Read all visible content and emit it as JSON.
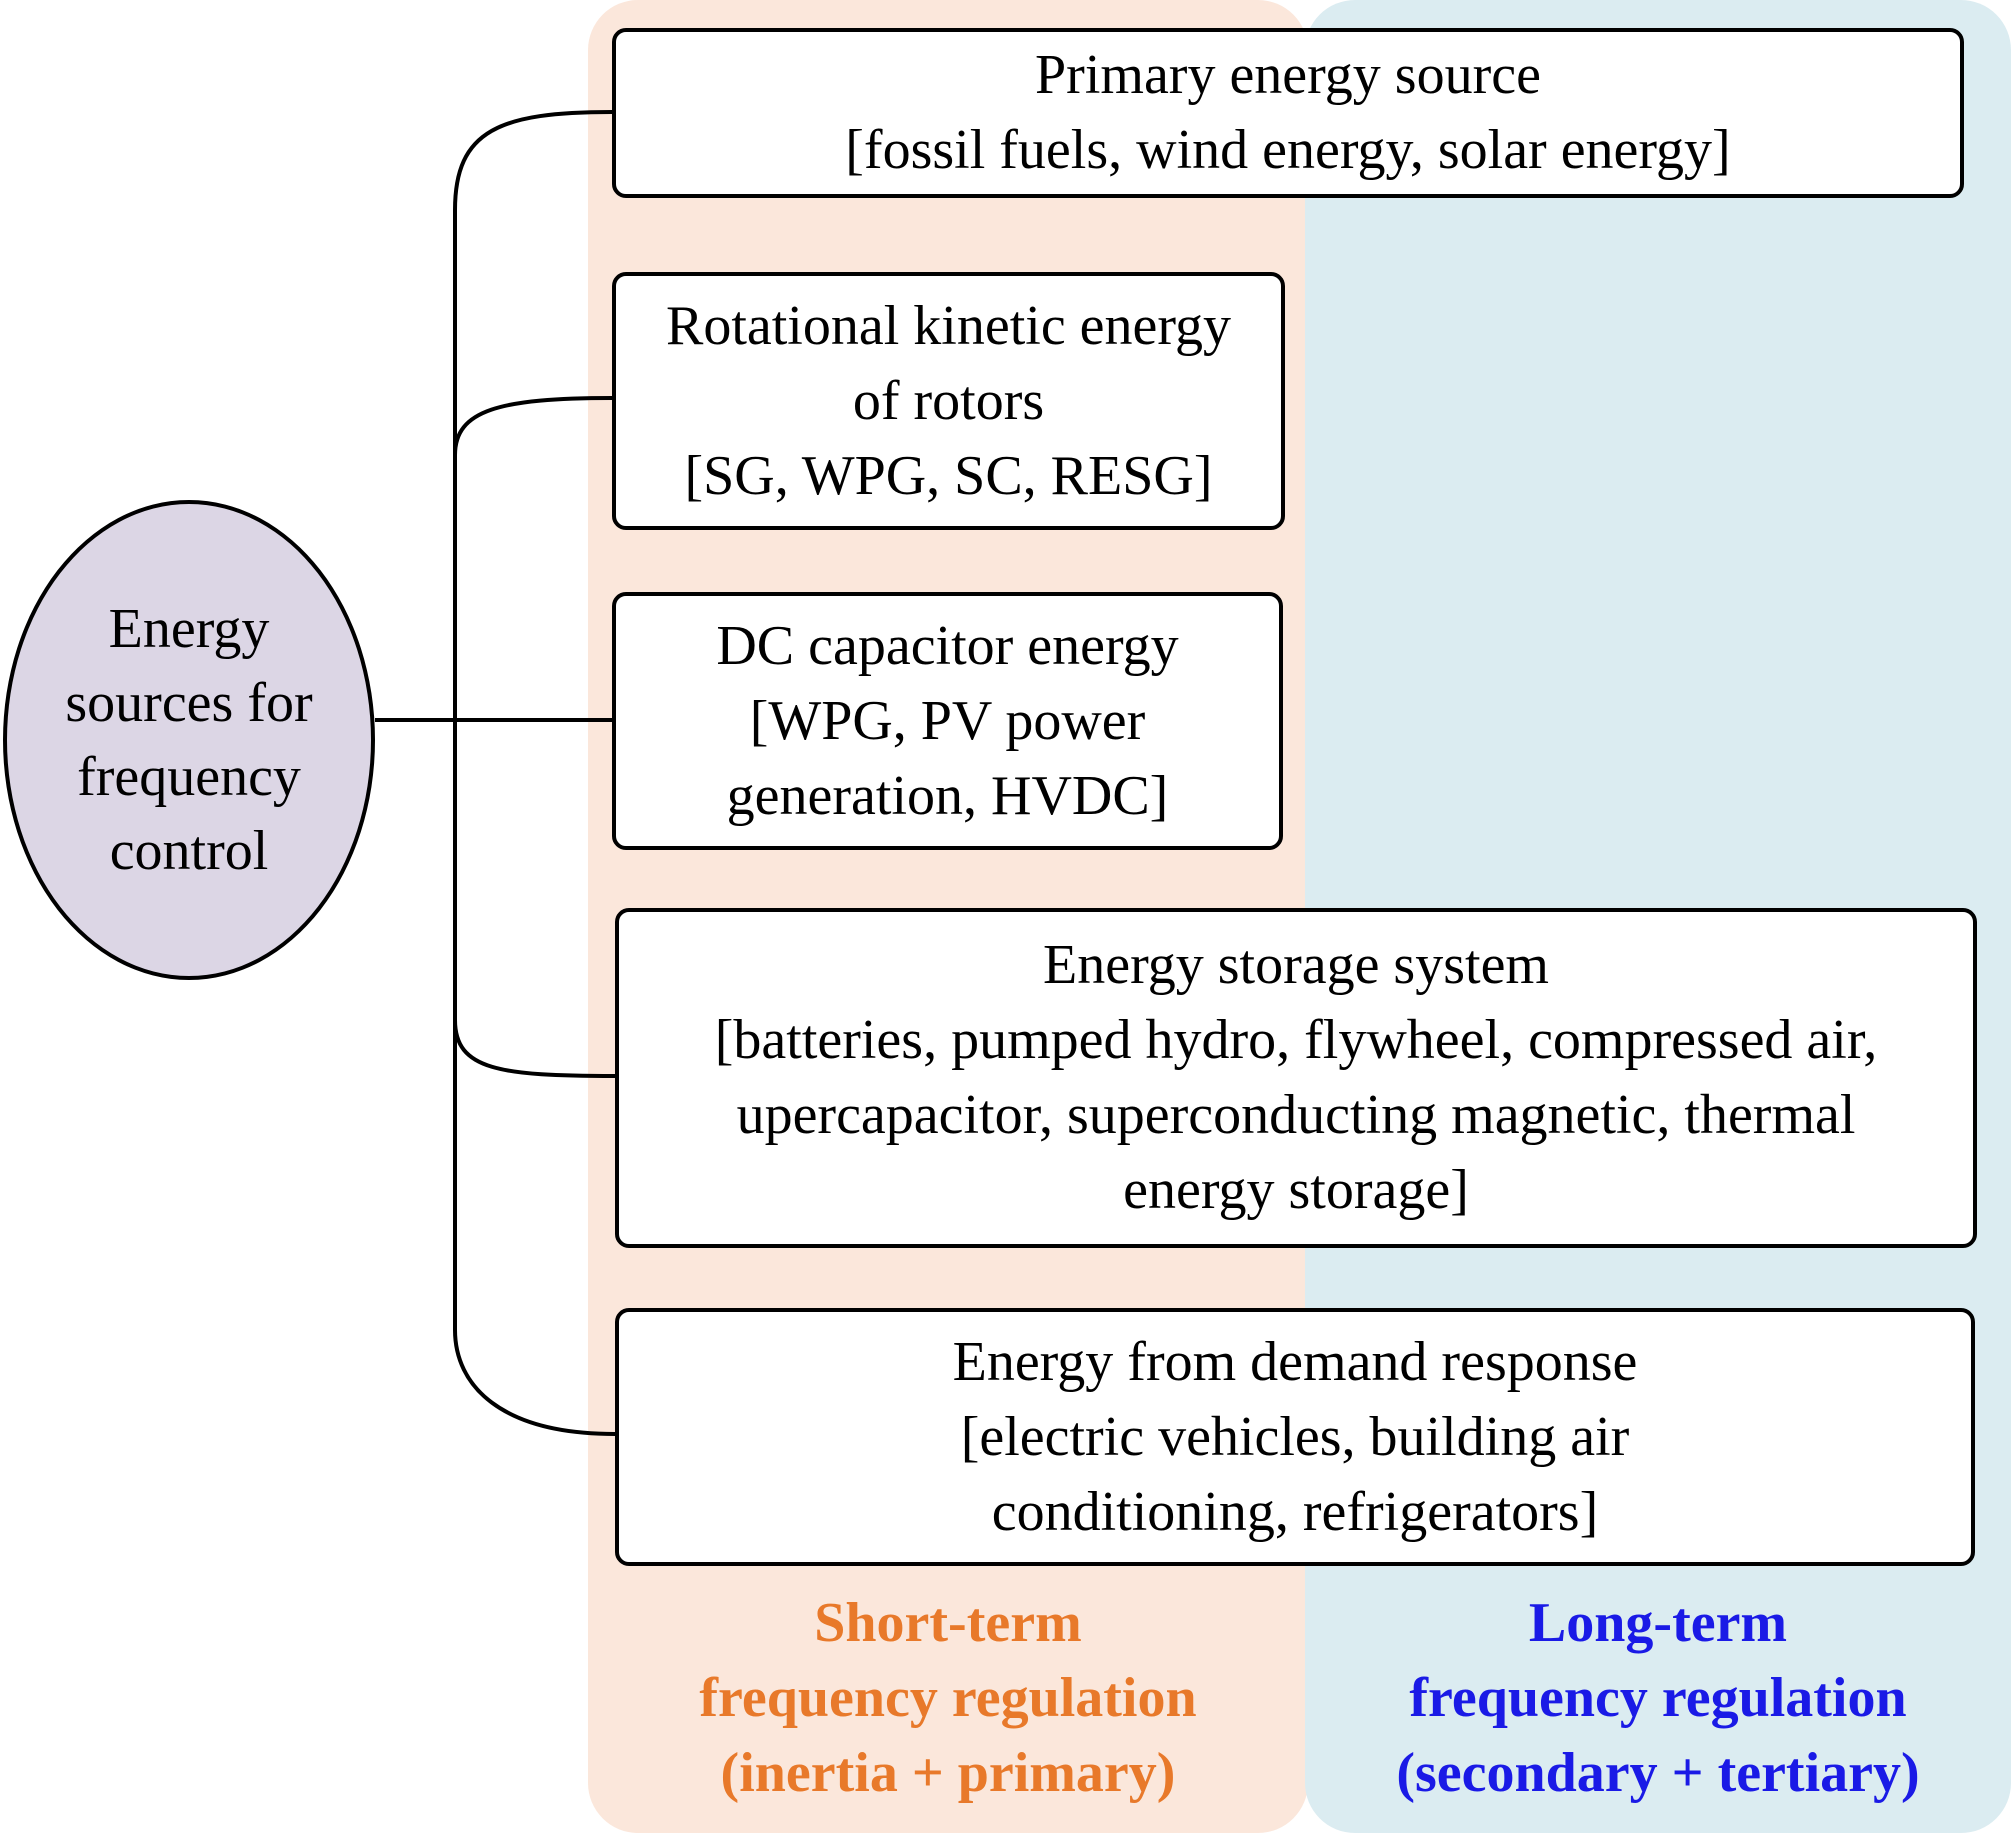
{
  "root": {
    "lines": [
      "Energy",
      "sources for",
      "frequency",
      "control"
    ],
    "fill": "#dcd6e5"
  },
  "sources": [
    {
      "title": "Primary energy source",
      "examples": "[fossil fuels, wind energy, solar energy]"
    },
    {
      "title_lines": [
        "Rotational kinetic energy",
        "of rotors"
      ],
      "examples": "[SG, WPG, SC, RESG]"
    },
    {
      "title": "DC capacitor energy",
      "example_lines": [
        "[WPG, PV power",
        "generation, HVDC]"
      ]
    },
    {
      "title": "Energy storage system",
      "example_lines": [
        "[batteries, pumped hydro, flywheel, compressed air,",
        "upercapacitor, superconducting magnetic, thermal",
        "energy storage]"
      ]
    },
    {
      "title": "Energy from demand response",
      "example_lines": [
        "[electric vehicles, building air",
        "conditioning, refrigerators]"
      ]
    }
  ],
  "regions": {
    "short_term": {
      "lines": [
        "Short-term",
        "frequency regulation",
        "(inertia + primary)"
      ],
      "color": "#e8792a",
      "background": "#fbe7db"
    },
    "long_term": {
      "lines": [
        "Long-term",
        "frequency regulation",
        "(secondary + tertiary)"
      ],
      "color": "#1a1ae6",
      "background": "#dbecf1"
    }
  }
}
